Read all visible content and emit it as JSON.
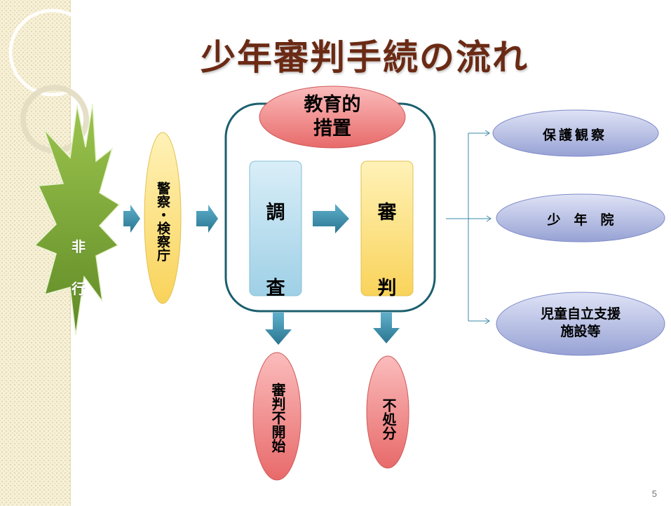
{
  "slide": {
    "title": "少年審判手続の流れ",
    "page_number": "5"
  },
  "nodes": {
    "hiko": "非行",
    "police": "警察・検察庁",
    "education": "教育的\n措置",
    "investigation": "調査",
    "trial": "審判",
    "not_started": "審判不開始",
    "no_disposition": "不処分",
    "probation": "保護観察",
    "juvenile_school": "少　年　院",
    "support_facility": "児童自立支援\n施設等"
  },
  "colors": {
    "title": "#6b2a14",
    "starburst": "#7fa83a",
    "police_oval": "#fde48a",
    "education_oval": "#ef8b8b",
    "investigation_box": "#bfe2f0",
    "trial_box": "#fde48a",
    "result_oval": "#ef8b8b",
    "outcome_oval": "#aab3dd",
    "arrow": "#3a8aa8",
    "container_border": "#1c5f6e"
  }
}
